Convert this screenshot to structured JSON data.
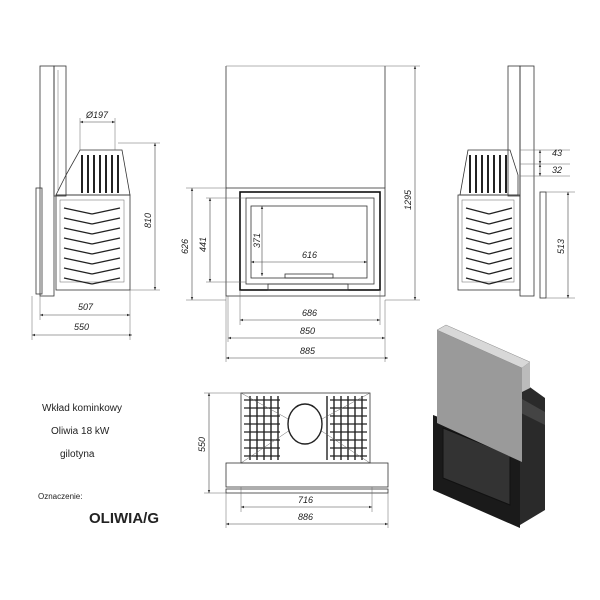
{
  "description_block": {
    "line1": "Wkład kominkowy",
    "line2": "Oliwia 18 kW",
    "line3": "gilotyna",
    "designation_label": "Oznaczenie:",
    "designation_value": "OLIWIA/G"
  },
  "side_view_left": {
    "flue_diameter": "Ø197",
    "height": "810",
    "depth_body": "507",
    "depth_total": "550"
  },
  "front_view": {
    "total_height": "1295",
    "frame_height": "626",
    "door_height": "441",
    "glass_height": "371",
    "glass_width": "616",
    "door_width": "686",
    "frame_width": "850",
    "total_width": "885"
  },
  "side_view_right": {
    "offset_top": "43",
    "offset_bottom": "32",
    "plate_height": "513"
  },
  "top_view": {
    "depth": "550",
    "inner_width": "716",
    "total_width": "886"
  }
}
